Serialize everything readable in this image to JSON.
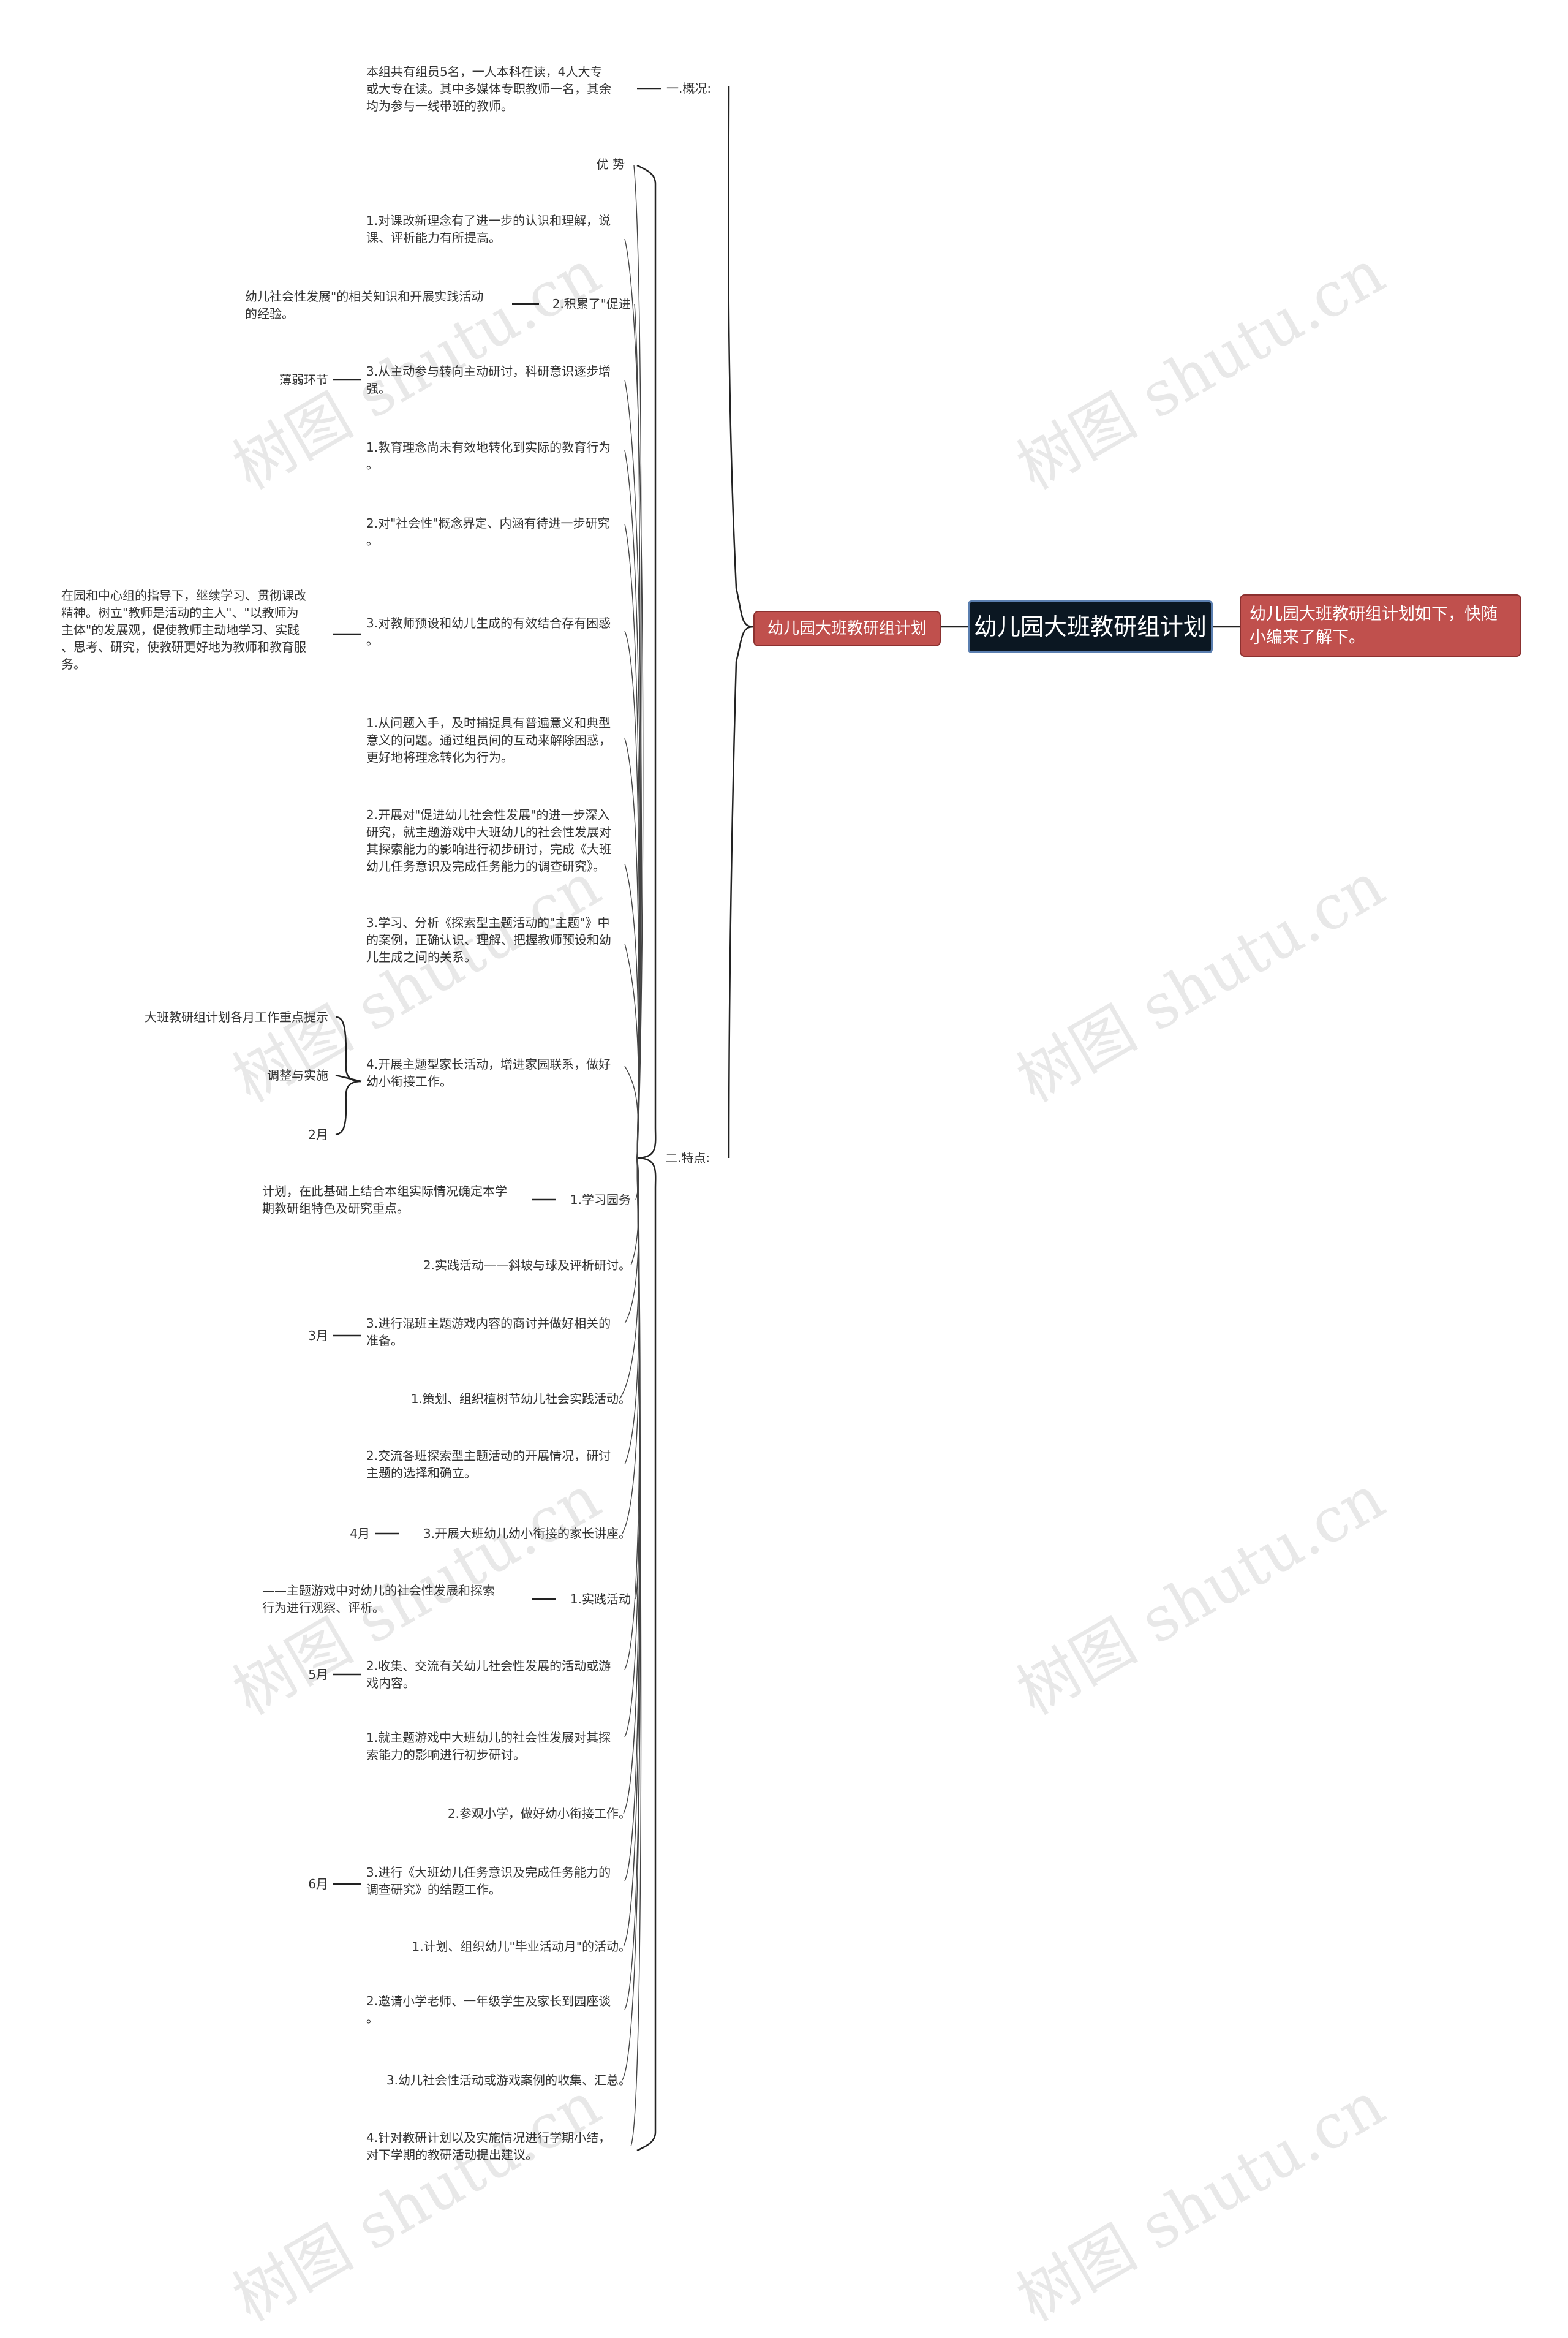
{
  "root": {
    "title": "幼儿园大班教研组计划"
  },
  "topic": {
    "label": "幼儿园大班教研组计划"
  },
  "summary": {
    "line1": "幼儿园大班教研组计划如下，快随",
    "line2": "小编来了解下。"
  },
  "overview": {
    "label": "一.概况:",
    "text": [
      "本组共有组员5名，一人本科在读，4人大专",
      "或大专在读。其中多媒体专职教师一名，其余",
      "均为参与一线带班的教师。"
    ]
  },
  "features": {
    "label": "二.特点:"
  },
  "items": [
    {
      "id": "n01",
      "lines": [
        "优  势"
      ]
    },
    {
      "id": "n02",
      "lines": [
        "1.对课改新理念有了进一步的认识和理解，说",
        "课、评析能力有所提高。"
      ]
    },
    {
      "id": "n03",
      "lines": [
        "2.积累了\"促进"
      ]
    },
    {
      "id": "n03a",
      "lines": [
        "幼儿社会性发展\"的相关知识和开展实践活动",
        "的经验。"
      ]
    },
    {
      "id": "n04",
      "lines": [
        "3.从主动参与转向主动研讨，科研意识逐步增",
        "强。"
      ]
    },
    {
      "id": "n04a",
      "lines": [
        "薄弱环节"
      ]
    },
    {
      "id": "n05",
      "lines": [
        "1.教育理念尚未有效地转化到实际的教育行为",
        "。"
      ]
    },
    {
      "id": "n06",
      "lines": [
        "2.对\"社会性\"概念界定、内涵有待进一步研究",
        "。"
      ]
    },
    {
      "id": "n07",
      "lines": [
        "3.对教师预设和幼儿生成的有效结合存有困惑",
        "。"
      ]
    },
    {
      "id": "n07a",
      "lines": [
        "在园和中心组的指导下，继续学习、贯彻课改",
        "精神。树立\"教师是活动的主人\"、\"以教师为",
        "主体\"的发展观，促使教师主动地学习、实践",
        "、思考、研究，使教研更好地为教师和教育服",
        "务。"
      ]
    },
    {
      "id": "n08",
      "lines": [
        "1.从问题入手，及时捕捉具有普遍意义和典型",
        "意义的问题。通过组员间的互动来解除困惑，",
        "更好地将理念转化为行为。"
      ]
    },
    {
      "id": "n09",
      "lines": [
        "2.开展对\"促进幼儿社会性发展\"的进一步深入",
        "研究，就主题游戏中大班幼儿的社会性发展对",
        "其探索能力的影响进行初步研讨，完成《大班",
        "幼儿任务意识及完成任务能力的调查研究》。"
      ]
    },
    {
      "id": "n10",
      "lines": [
        "3.学习、分析《探索型主题活动的\"主题\"》中",
        "的案例，正确认识、理解、把握教师预设和幼",
        "儿生成之间的关系。"
      ]
    },
    {
      "id": "n11",
      "lines": [
        "4.开展主题型家长活动，增进家园联系，做好",
        "幼小衔接工作。"
      ]
    },
    {
      "id": "n11a",
      "lines": [
        "大班教研组计划各月工作重点提示"
      ]
    },
    {
      "id": "n11b",
      "lines": [
        "调整与实施"
      ]
    },
    {
      "id": "n11c",
      "lines": [
        "2月"
      ]
    },
    {
      "id": "n12",
      "lines": [
        "1.学习园务"
      ]
    },
    {
      "id": "n12a",
      "lines": [
        "计划，在此基础上结合本组实际情况确定本学",
        "期教研组特色及研究重点。"
      ]
    },
    {
      "id": "n13",
      "lines": [
        "2.实践活动——斜坡与球及评析研讨。"
      ]
    },
    {
      "id": "n14",
      "lines": [
        "3.进行混班主题游戏内容的商讨并做好相关的",
        "准备。"
      ]
    },
    {
      "id": "n14a",
      "lines": [
        "3月"
      ]
    },
    {
      "id": "n15",
      "lines": [
        "1.策划、组织植树节幼儿社会实践活动。"
      ]
    },
    {
      "id": "n16",
      "lines": [
        "2.交流各班探索型主题活动的开展情况，研讨",
        "主题的选择和确立。"
      ]
    },
    {
      "id": "n17",
      "lines": [
        "3.开展大班幼儿幼小衔接的家长讲座。"
      ]
    },
    {
      "id": "n17a",
      "lines": [
        "4月"
      ]
    },
    {
      "id": "n18",
      "lines": [
        "1.实践活动"
      ]
    },
    {
      "id": "n18a",
      "lines": [
        "——主题游戏中对幼儿的社会性发展和探索",
        "行为进行观察、评析。"
      ]
    },
    {
      "id": "n19",
      "lines": [
        "2.收集、交流有关幼儿社会性发展的活动或游",
        "戏内容。"
      ]
    },
    {
      "id": "n19a",
      "lines": [
        "5月"
      ]
    },
    {
      "id": "n20",
      "lines": [
        "1.就主题游戏中大班幼儿的社会性发展对其探",
        "索能力的影响进行初步研讨。"
      ]
    },
    {
      "id": "n21",
      "lines": [
        "2.参观小学，做好幼小衔接工作。"
      ]
    },
    {
      "id": "n22",
      "lines": [
        "3.进行《大班幼儿任务意识及完成任务能力的",
        "调查研究》的结题工作。"
      ]
    },
    {
      "id": "n22a",
      "lines": [
        "6月"
      ]
    },
    {
      "id": "n23",
      "lines": [
        "1.计划、组织幼儿\"毕业活动月\"的活动。"
      ]
    },
    {
      "id": "n24",
      "lines": [
        "2.邀请小学老师、一年级学生及家长到园座谈",
        "。"
      ]
    },
    {
      "id": "n25",
      "lines": [
        "3.幼儿社会性活动或游戏案例的收集、汇总。"
      ]
    },
    {
      "id": "n26",
      "lines": [
        "4.针对教研计划以及实施情况进行学期小结，",
        "对下学期的教研活动提出建议。"
      ]
    }
  ],
  "watermark": "树图 shutu.cn"
}
